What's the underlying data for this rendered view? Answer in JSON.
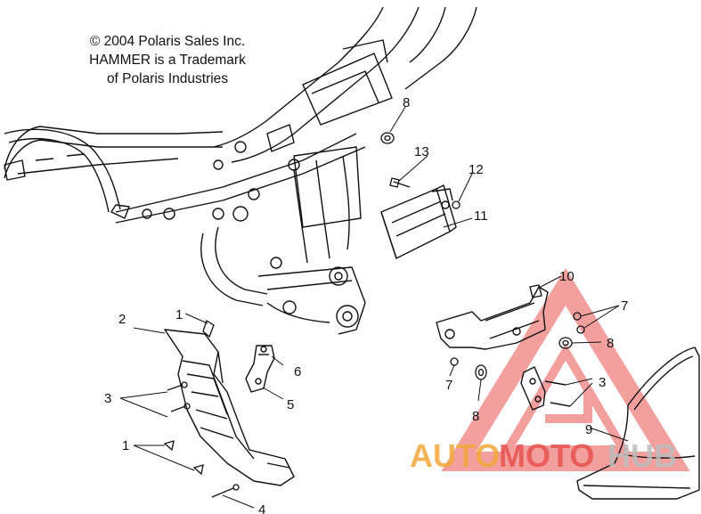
{
  "copyright": {
    "line1": "© 2004 Polaris Sales Inc.",
    "line2": "HAMMER is a Trademark",
    "line3": "of Polaris Industries"
  },
  "callouts": [
    {
      "id": "c8a",
      "label": "8"
    },
    {
      "id": "c13",
      "label": "13"
    },
    {
      "id": "c12",
      "label": "12"
    },
    {
      "id": "c11",
      "label": "11"
    },
    {
      "id": "c10",
      "label": "10"
    },
    {
      "id": "c7a",
      "label": "7"
    },
    {
      "id": "c8b",
      "label": "8"
    },
    {
      "id": "c3a",
      "label": "3"
    },
    {
      "id": "c7b",
      "label": "7"
    },
    {
      "id": "c8c",
      "label": "8"
    },
    {
      "id": "c9",
      "label": "9"
    },
    {
      "id": "c2",
      "label": "2"
    },
    {
      "id": "c1a",
      "label": "1"
    },
    {
      "id": "c6",
      "label": "6"
    },
    {
      "id": "c5",
      "label": "5"
    },
    {
      "id": "c3b",
      "label": "3"
    },
    {
      "id": "c1b",
      "label": "1"
    },
    {
      "id": "c4",
      "label": "4"
    }
  ],
  "watermark": {
    "part1": "AUTO",
    "part2": "MOTO",
    "part3": "HUB",
    "color_primary": "#e8524f",
    "color_secondary": "#f2a73b",
    "color_hub": "#bdbdbd"
  }
}
